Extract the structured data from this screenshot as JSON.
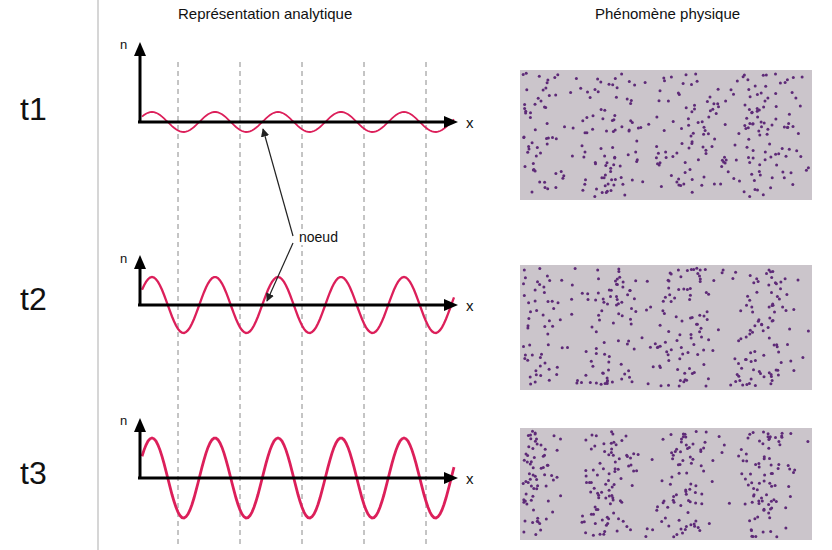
{
  "diagram": {
    "labels": [
      "Représentation analytique",
      "Phénomène physique",
      "t1",
      "t2",
      "t3",
      "n",
      "x",
      "n",
      "x",
      "n",
      "x",
      "noeud"
    ]
  }
}
